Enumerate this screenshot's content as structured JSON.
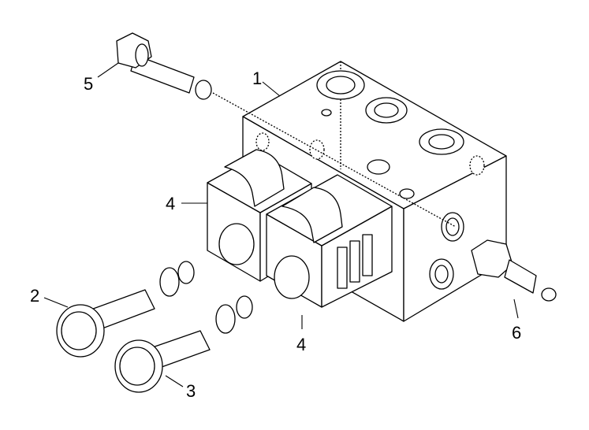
{
  "figure": {
    "callouts": [
      "1",
      "2",
      "3",
      "4",
      "4",
      "5",
      "6"
    ],
    "parts": {
      "manifold_block": "",
      "valve_cartridge_a": "",
      "valve_cartridge_b": "",
      "solenoid_module_left": "",
      "solenoid_module_right": "",
      "pilot_fitting": "",
      "side_fitting": ""
    }
  }
}
